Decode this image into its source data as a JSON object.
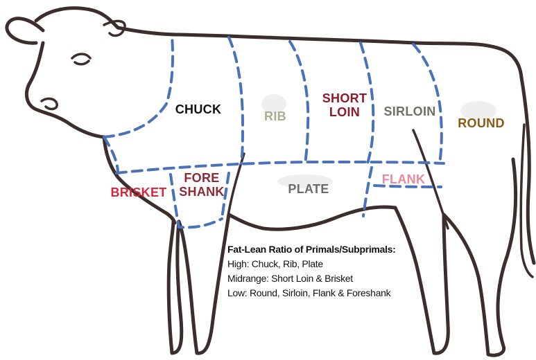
{
  "colors": {
    "outline": "#3b2e2c",
    "cut_lines": "#4a72b8",
    "chuck": "#111111",
    "rib": "#a9ad8e",
    "short_loin": "#8b1a2b",
    "sirloin": "#6f6f66",
    "round": "#8a5a12",
    "brisket": "#d6283c",
    "fore_shank": "#8b2a35",
    "plate": "#6b6b6b",
    "flank": "#e58a9a"
  },
  "primals": {
    "chuck": "CHUCK",
    "rib": "RIB",
    "short_loin": "SHORT\nLOIN",
    "sirloin": "SIRLOIN",
    "round": "ROUND",
    "brisket": "BRISKET",
    "fore_shank": "FORE\nSHANK",
    "plate": "PLATE",
    "flank": "FLANK"
  },
  "legend": {
    "title": "Fat-Lean Ratio of Primals/Subprimals:",
    "lines": [
      "High: Chuck, Rib, Plate",
      "Midrange: Short Loin & Brisket",
      "Low: Round, Sirloin, Flank & Foreshank"
    ]
  }
}
